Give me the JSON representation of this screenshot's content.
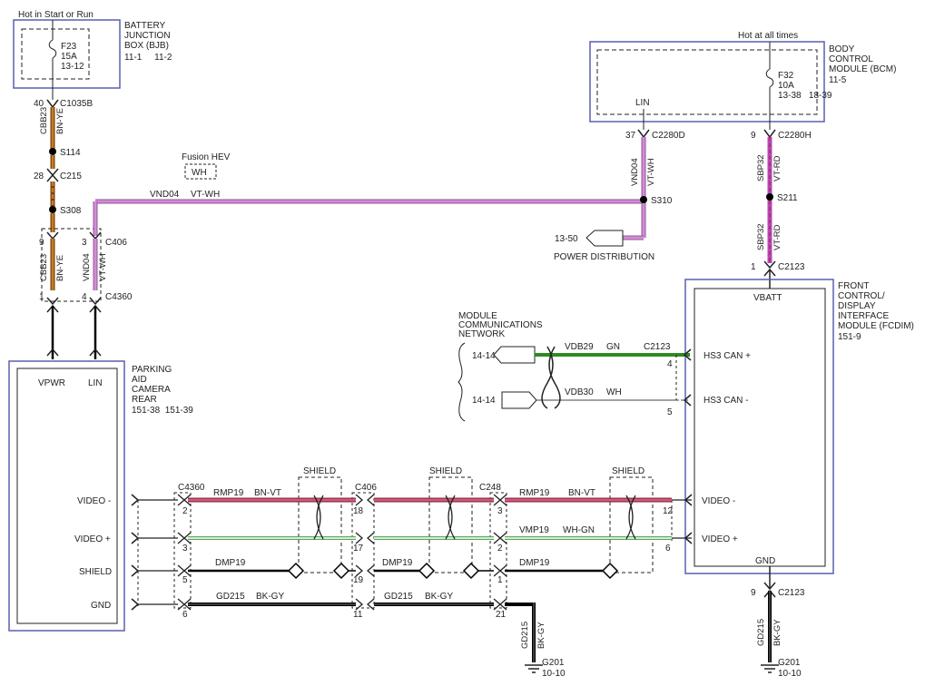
{
  "labels": {
    "hot_start_run": "Hot in Start or Run",
    "hot_all_times": "Hot at all times",
    "fusion_hev": "Fusion HEV",
    "fusion_hev_wh": "WH"
  },
  "bjb": {
    "name_lines": [
      "BATTERY",
      "JUNCTION",
      "BOX (BJB)"
    ],
    "pages": "11-1     11-2",
    "fuse": "F23",
    "fuse_rating": "15A",
    "fuse_page": "13-12"
  },
  "bcm": {
    "name_lines": [
      "BODY",
      "CONTROL",
      "MODULE (BCM)"
    ],
    "page": "11-5",
    "fuse": "F32",
    "fuse_rating": "10A",
    "fuse_page": "13-38   18-39",
    "lin_pin": "LIN"
  },
  "fcdim": {
    "name_lines": [
      "FRONT",
      "CONTROL/",
      "DISPLAY",
      "INTERFACE",
      "MODULE (FCDIM)"
    ],
    "page": "151-9",
    "vbatt": "VBATT",
    "hs3_plus": "HS3 CAN +",
    "hs3_minus": "HS3 CAN -",
    "video_minus": "VIDEO -",
    "video_plus": "VIDEO +",
    "gnd": "GND"
  },
  "camera": {
    "name_lines": [
      "PARKING",
      "AID",
      "CAMERA",
      "REAR"
    ],
    "pages": "151-38  151-39",
    "vpwr": "VPWR",
    "lin": "LIN",
    "video_minus": "VIDEO -",
    "video_plus": "VIDEO +",
    "shield": "SHIELD",
    "gnd": "GND"
  },
  "connectors": {
    "c1035b": "C1035B",
    "c1035b_pin": "40",
    "c215": "C215",
    "c215_pin": "28",
    "c406_top": "C406",
    "c406_pin9": "9",
    "c406_pin3": "3",
    "c4360_top": "C4360",
    "c4360_pin1": "1",
    "c4360_pin4": "4",
    "c2280d": "C2280D",
    "c2280d_pin": "37",
    "c2280h": "C2280H",
    "c2280h_pin": "9",
    "c2123_top": "C2123",
    "c2123_top_pin": "1",
    "c2123_bottom": "C2123",
    "c2123_bottom_pin": "9",
    "c2123_can": "C2123",
    "can_pin4": "4",
    "can_pin5": "5",
    "c4360_low": "C4360",
    "c406_low": "C406",
    "c248": "C248",
    "pins_c4360": [
      "2",
      "3",
      "5",
      "6"
    ],
    "pins_c406_left": [
      "18",
      "17",
      "19",
      "11"
    ],
    "pins_c406_right": [
      "3",
      "2",
      "1",
      "21"
    ],
    "pins_fcdim": [
      "12",
      "6"
    ]
  },
  "splices": {
    "s114": "S114",
    "s308": "S308",
    "s310": "S310",
    "s211": "S211"
  },
  "wires": {
    "cbb23": "CBB23",
    "bn_ye": "BN-YE",
    "vnd04": "VND04",
    "vt_wh": "VT-WH",
    "sbp32": "SBP32",
    "vt_rd": "VT-RD",
    "vdb29": "VDB29",
    "gn": "GN",
    "vdb30": "VDB30",
    "wh": "WH",
    "rmp19": "RMP19",
    "bn_vt": "BN-VT",
    "vmp19": "VMP19",
    "wh_gn": "WH-GN",
    "dmp19": "DMP19",
    "gd215": "GD215",
    "bk_gy": "BK-GY"
  },
  "misc": {
    "shield": "SHIELD",
    "power_dist_page": "13-50",
    "power_dist": "POWER DISTRIBUTION",
    "mcn_lines": [
      "MODULE",
      "COMMUNICATIONS",
      "NETWORK"
    ],
    "mcn_page": "14-14",
    "g201": "G201",
    "g201_page": "10-10"
  },
  "colors": {
    "bn_ye_core": "#c77f1e",
    "bn_ye_stripe": "#7a3f12",
    "vt_wh": "#d58ad9",
    "vt_rd": "#b04ac0",
    "vt_rd_stripe": "#c0305a",
    "gn": "#2e8b22",
    "bn_vt": "#d05a7a",
    "wh_gn": "#58a858",
    "module_border": "#5a5fb0"
  }
}
